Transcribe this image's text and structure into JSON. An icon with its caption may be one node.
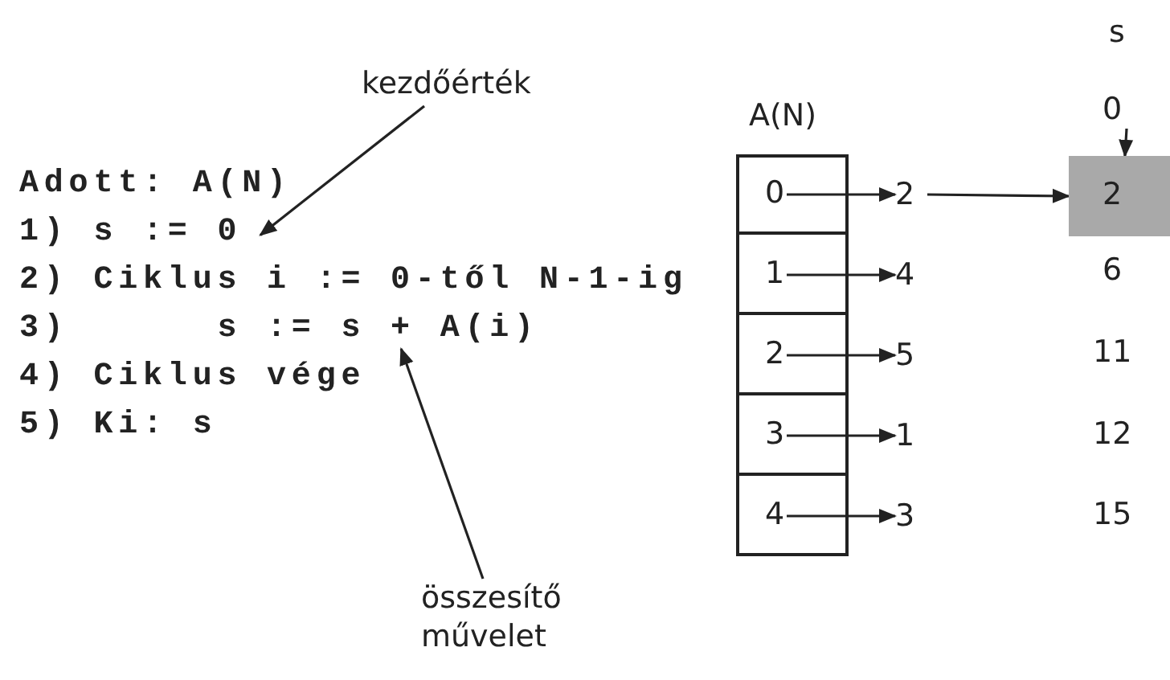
{
  "diagram": {
    "nodes": [
      {
        "text": [
          "kezdőérték"
        ]
      },
      {
        "text": [
          "1) s := 0"
        ]
      },
      {
        "text": [
          "3)      s := s + A(i)"
        ]
      },
      {
        "text": [
          "összesítő művelet"
        ]
      },
      {
        "text": [
          "A(N)"
        ]
      },
      {
        "text": [
          "0"
        ],
        "in": 4
      },
      {
        "text": [
          "1"
        ],
        "in": 4
      },
      {
        "text": [
          "2"
        ],
        "in": 4
      },
      {
        "text": [
          "3"
        ],
        "in": 4
      },
      {
        "text": [
          "4"
        ],
        "in": 4
      },
      {
        "text": [
          "2"
        ]
      },
      {
        "text": [
          "4"
        ]
      },
      {
        "text": [
          "5"
        ]
      },
      {
        "text": [
          "1"
        ]
      },
      {
        "text": [
          "3"
        ]
      },
      {
        "text": [
          "0"
        ]
      },
      {
        "text": [
          "2"
        ]
      },
      {
        "text": [
          "6"
        ]
      },
      {
        "text": [
          "11"
        ]
      },
      {
        "text": [
          "12"
        ]
      },
      {
        "text": [
          "15"
        ]
      }
    ],
    "edges": [
      {
        "from": 0,
        "to": 1,
        "arrow": "to"
      },
      {
        "from": 3,
        "to": 2,
        "arrow": "to"
      },
      {
        "from": 5,
        "to": 10,
        "arrow": "to"
      },
      {
        "from": 6,
        "to": 11,
        "arrow": "to"
      },
      {
        "from": 7,
        "to": 12,
        "arrow": "to"
      },
      {
        "from": 8,
        "to": 13,
        "arrow": "to"
      },
      {
        "from": 9,
        "to": 14,
        "arrow": "to"
      },
      {
        "from": 10,
        "to": 16,
        "arrow": "to"
      },
      {
        "from": 15,
        "to": 16,
        "arrow": "to"
      }
    ],
    "labels": [
      "s",
      "Adott: A(N)",
      "2) Ciklus i := 0-től N-1-ig",
      "4) Ciklus vége",
      "5) Ki: s"
    ]
  }
}
